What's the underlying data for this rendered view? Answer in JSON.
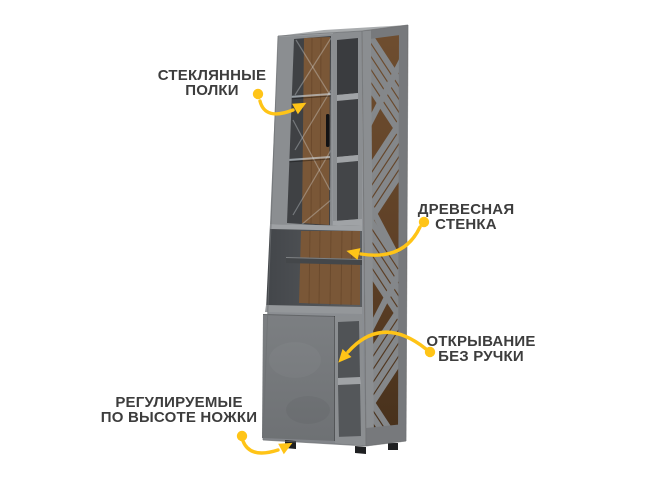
{
  "background": "#FFFFFF",
  "annotations": {
    "glass_shelves": {
      "line1": "СТЕКЛЯННЫЕ",
      "line2": "ПОЛКИ"
    },
    "wood_wall": {
      "line1": "ДРЕВЕСНАЯ",
      "line2": "СТЕНКА"
    },
    "push_to_open": {
      "line1": "ОТКРЫВАНИЕ",
      "line2": "БЕЗ РУЧКИ"
    },
    "adjustable_legs": {
      "line1": "РЕГУЛИРУЕМЫЕ",
      "line2": "ПО ВЫСОТЕ НОЖКИ"
    }
  },
  "colors": {
    "accent": "#FFC417",
    "label-text": "#3D3D3D",
    "frame-light": "#9EA1A4",
    "frame": "#8B8E91",
    "frame-dark": "#77797C",
    "side-grey": "#84878A",
    "glass": "#3F4144",
    "interior-dark": "#3A3C3F",
    "interior": "#54575A",
    "wood": "#7A5737",
    "wood-dark": "#5E3F24",
    "shelf-light": "#A0A3A6",
    "feet": "#1E1F21"
  }
}
